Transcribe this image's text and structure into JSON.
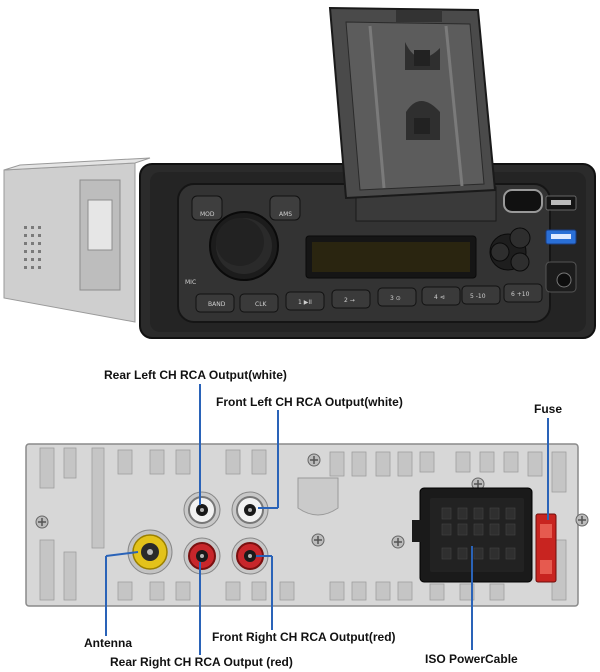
{
  "head_unit": {
    "buttons": {
      "mod": "MOD",
      "ams": "AMS",
      "band": "BAND",
      "clk": "CLK",
      "p1": "1 ▶II",
      "p2": "2 →",
      "p3": "3 ⊙",
      "p4": "4 ⊲",
      "p5": "5 -10",
      "p6": "6 +10",
      "mic": "MIC"
    }
  },
  "labels": {
    "rear_left": "Rear Left CH RCA Output(white)",
    "front_left": "Front Left CH RCA Output(white)",
    "fuse": "Fuse",
    "antenna": "Antenna",
    "front_right": "Front Right CH RCA Output(red)",
    "rear_right": "Rear Right CH RCA Output (red)",
    "iso": "ISO PowerCable"
  },
  "colors": {
    "leader_line": "#2a63b8",
    "rca_white": "#e8e8e8",
    "rca_red": "#c8262b",
    "antenna_yellow": "#e3c21a",
    "fuse_red": "#c82420",
    "usb_blue": "#2a6fd6",
    "panel": "#2b2b2b",
    "chassis": "#d7d7d7"
  }
}
